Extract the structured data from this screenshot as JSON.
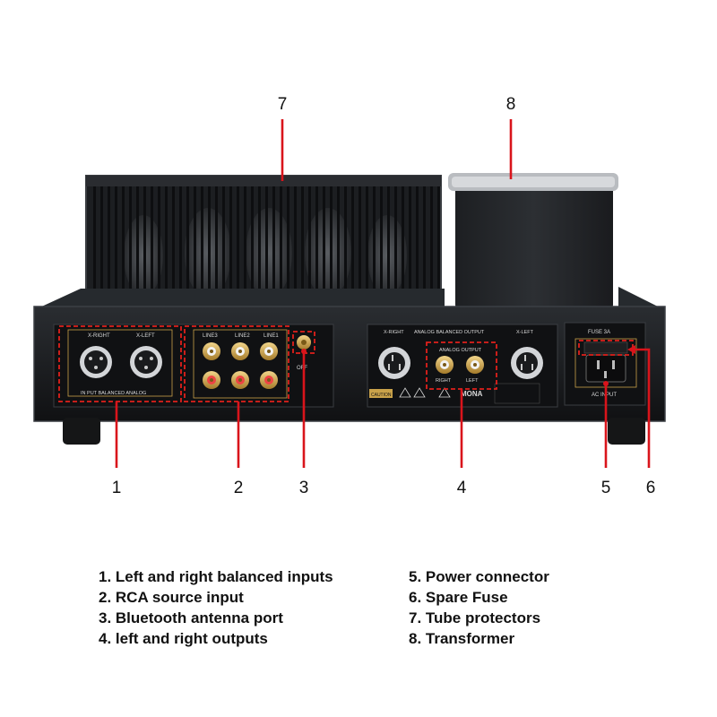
{
  "callouts": [
    {
      "id": "1",
      "label": "1"
    },
    {
      "id": "2",
      "label": "2"
    },
    {
      "id": "3",
      "label": "3"
    },
    {
      "id": "4",
      "label": "4"
    },
    {
      "id": "5",
      "label": "5"
    },
    {
      "id": "6",
      "label": "6"
    },
    {
      "id": "7",
      "label": "7"
    },
    {
      "id": "8",
      "label": "8"
    }
  ],
  "legend": {
    "left": [
      "1. Left and right balanced inputs",
      "2. RCA source input",
      "3. Bluetooth antenna port",
      "4. left and right outputs"
    ],
    "right": [
      "5. Power connector",
      "6. Spare Fuse",
      "7. Tube protectors",
      "8. Transformer"
    ]
  },
  "panel_text": {
    "xlr_in_right": "X-RIGHT",
    "xlr_in_left": "X-LEFT",
    "xlr_in_caption": "IN PUT BALANCED ANALOG",
    "line3": "LINE3",
    "line2": "LINE2",
    "line1": "LINE1",
    "bt_off": "OFF",
    "out_header_right": "X-RIGHT",
    "out_header_mid": "ANALOG BALANCED OUTPUT",
    "out_header_left": "X-LEFT",
    "analog_output": "ANALOG OUTPUT",
    "out_right": "RIGHT",
    "out_left": "LEFT",
    "caution": "CAUTION",
    "brand": "MONA",
    "fuse": "FUSE 3A",
    "ac_input": "AC INPUT"
  },
  "colors": {
    "callout_line": "#d9141b",
    "dashed_box": "#e0201c",
    "chassis": "#17191c",
    "gold": "#c9a24a"
  }
}
